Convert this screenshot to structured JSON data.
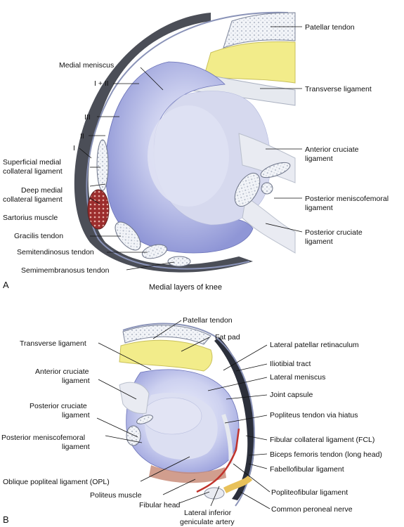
{
  "panel_a": {
    "letter": "A",
    "caption": "Medial layers of knee",
    "labels": {
      "patellar_tendon": "Patellar tendon",
      "medial_meniscus": "Medial meniscus",
      "layer_1_2": "I + II",
      "transverse_ligament": "Transverse ligament",
      "layer_3": "III",
      "layer_2": "II",
      "layer_1": "I",
      "anterior_cruciate_1": "Anterior cruciate",
      "anterior_cruciate_2": "ligament",
      "smcl_1": "Superficial medial",
      "smcl_2": "collateral ligament",
      "dmcl_1": "Deep medial",
      "dmcl_2": "collateral ligament",
      "sartorius": "Sartorius muscle",
      "pmfl_1": "Posterior meniscofemoral",
      "pmfl_2": "ligament",
      "gracilis": "Gracilis tendon",
      "pcl_1": "Posterior cruciate",
      "pcl_2": "ligament",
      "semitendinosus": "Semitendinosus tendon",
      "semimembranosus": "Semimembranosus tendon"
    }
  },
  "panel_b": {
    "letter": "B",
    "labels": {
      "patellar_tendon": "Patellar tendon",
      "fat_pad": "Fat pad",
      "transverse_ligament": "Transverse ligament",
      "lateral_patellar_retinaculum": "Lateral patellar retinaculum",
      "iliotibial_tract": "Iliotibial tract",
      "anterior_cruciate_1": "Anterior cruciate",
      "anterior_cruciate_2": "ligament",
      "lateral_meniscus": "Lateral meniscus",
      "joint_capsule": "Joint capsule",
      "posterior_cruciate_1": "Posterior cruciate",
      "posterior_cruciate_2": "ligament",
      "popliteus_tendon": "Popliteus tendon via hiatus",
      "fcl": "Fibular collateral ligament (FCL)",
      "pmfl_1": "Posterior meniscofemoral",
      "pmfl_2": "ligament",
      "biceps": "Biceps femoris tendon (long head)",
      "fabellofibular": "Fabellofibular ligament",
      "opl": "Oblique popliteal ligament (OPL)",
      "popliteofibular": "Popliteofibular ligament",
      "politeus": "Politeus muscle",
      "common_peroneal": "Common peroneal nerve",
      "fibular_head": "Fibular head",
      "lig_artery_1": "Lateral inferior",
      "lig_artery_2": "geniculate artery"
    }
  },
  "colors": {
    "meniscus": "#c9cdee",
    "meniscus_dark": "#8f96d6",
    "fat": "#f2ec8a",
    "tendon": "#e6e9ef",
    "muscle": "#9c2d2d",
    "layer": "#2b2f3a",
    "artery": "#c0332c",
    "nerve": "#e8c15a"
  }
}
